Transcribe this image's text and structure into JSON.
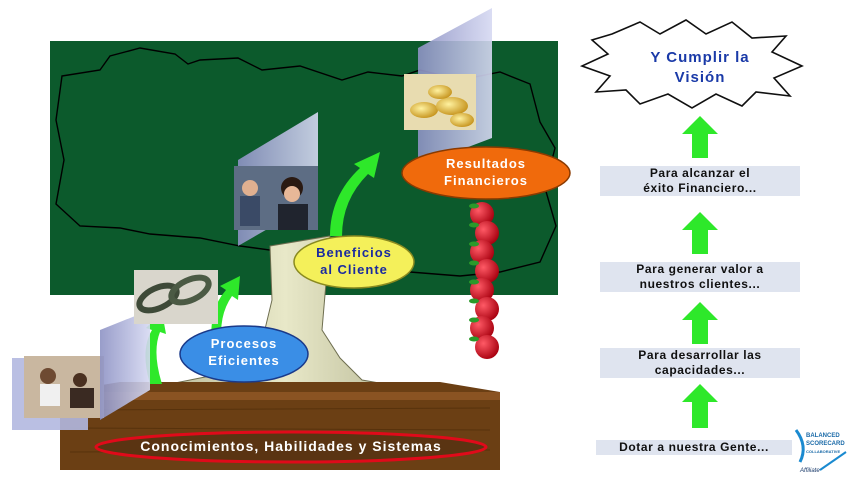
{
  "diagram": {
    "base_label": "Conocimientos, Habilidades y Sistemas",
    "processes": [
      "Procesos",
      "Eficientes"
    ],
    "customer": [
      "Beneficios",
      "al Cliente"
    ],
    "financial": [
      "Resultados",
      "Financieros"
    ],
    "vision": [
      "Y Cumplir la",
      "Visión"
    ]
  },
  "steps": [
    {
      "lines": [
        "Para alcanzar el",
        "éxito Financiero..."
      ]
    },
    {
      "lines": [
        "Para generar valor a",
        "nuestros clientes..."
      ]
    },
    {
      "lines": [
        "Para desarrollar las",
        "capacidades..."
      ]
    },
    {
      "lines": [
        "Dotar a nuestra Gente..."
      ]
    }
  ],
  "logo": {
    "line1": "BALANCED",
    "line2": "SCORECARD",
    "line3": "COLLABORATIVE",
    "tag": "Affiliate"
  },
  "colors": {
    "canopy": "#0c5a2c",
    "arrow": "#2ee82a",
    "ellipse_blue": "#3a8ee6",
    "ellipse_yellow": "#f4f05a",
    "ellipse_orange": "#f06a0c",
    "panel": "#b3b8e0",
    "apple": "#cc1020",
    "base_ellipse": "#e00a1a"
  }
}
